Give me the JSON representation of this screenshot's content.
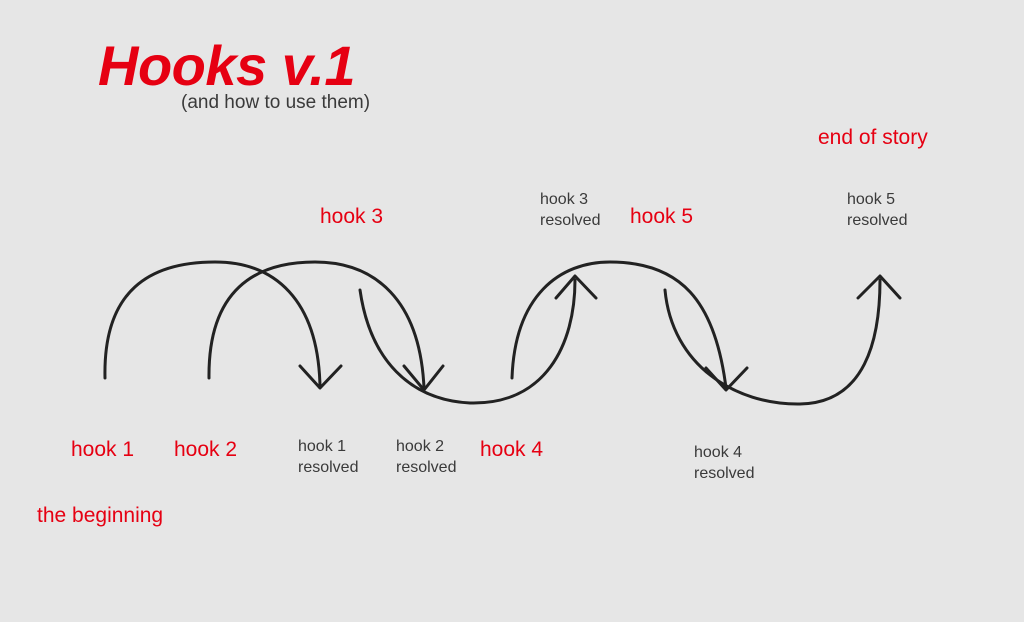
{
  "title": "Hooks v.1",
  "subtitle": "(and how to use them)",
  "colors": {
    "accent": "#e60012",
    "text": "#3a3a3a",
    "stroke": "#222222",
    "background": "#e6e6e6"
  },
  "labels": {
    "beginning": "the beginning",
    "end": "end of story",
    "hook1": "hook 1",
    "hook2": "hook 2",
    "hook3": "hook 3",
    "hook4": "hook 4",
    "hook5": "hook 5"
  },
  "resolved": {
    "hook1": [
      "hook 1",
      "resolved"
    ],
    "hook2": [
      "hook 2",
      "resolved"
    ],
    "hook3": [
      "hook 3",
      "resolved"
    ],
    "hook4": [
      "hook 4",
      "resolved"
    ],
    "hook5": [
      "hook 5",
      "resolved"
    ]
  }
}
